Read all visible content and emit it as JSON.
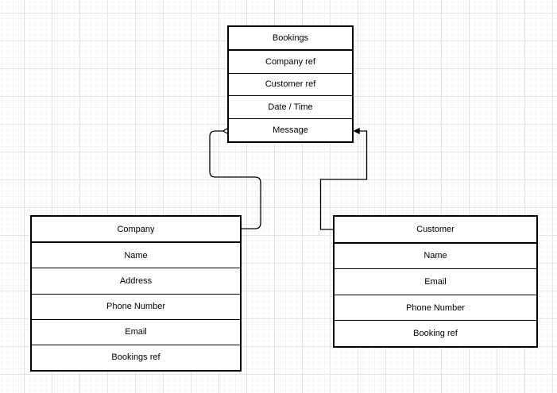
{
  "diagram": {
    "background_color": "#ffffff",
    "grid": {
      "minor_color": "#f6f6f6",
      "major_color": "#e4e4e4"
    },
    "stroke_color": "#000000",
    "fill_color": "#ffffff",
    "entities": [
      {
        "title": "Bookings",
        "rows": [
          "Company ref",
          "Customer ref",
          "Date / Time",
          "Message"
        ]
      },
      {
        "title": "Company",
        "rows": [
          "Name",
          "Address",
          "Phone Number",
          "Email",
          "Bookings ref"
        ]
      },
      {
        "title": "Customer",
        "rows": [
          "Name",
          "Email",
          "Phone Number",
          "Booking ref"
        ]
      }
    ],
    "connectors": [
      {
        "from_entity": "Company",
        "from_row": "Company",
        "to_entity": "Bookings",
        "to_row": "Message",
        "arrowhead": "open",
        "corners": "rounded"
      },
      {
        "from_entity": "Customer",
        "from_row": "Customer",
        "to_entity": "Bookings",
        "to_row": "Message",
        "arrowhead": "classic",
        "corners": "square"
      }
    ]
  }
}
